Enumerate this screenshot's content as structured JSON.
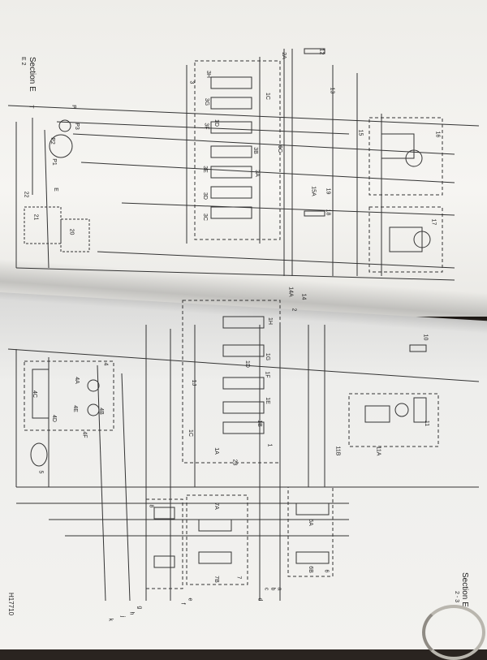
{
  "top_page": {
    "section_label": "Section E",
    "page_ref": "E 2"
  },
  "bottom_page": {
    "section_label": "Section E",
    "page_ref": "2 - 3",
    "drawing_number": "H17710"
  },
  "diagram_labels": {
    "upper": [
      "P",
      "T",
      "P3",
      "P2",
      "P1",
      "E",
      "22",
      "21",
      "20",
      "2A",
      "3",
      "3H",
      "3G",
      "3F",
      "3E",
      "3D",
      "3C",
      "3B",
      "3A",
      "1C",
      "1D",
      "12",
      "13",
      "15",
      "16",
      "17",
      "18",
      "19",
      "6C",
      "15A",
      "14",
      "14A"
    ],
    "lower": [
      "1",
      "1A",
      "1B",
      "1C",
      "1D",
      "1E",
      "1F",
      "1G",
      "1H",
      "1J",
      "2",
      "4",
      "4A",
      "4B",
      "4C",
      "4D",
      "4E",
      "4F",
      "5",
      "6",
      "6A",
      "6B",
      "7",
      "7A",
      "7B",
      "8",
      "10",
      "11",
      "11A",
      "11B",
      "23",
      "a",
      "b",
      "c",
      "d",
      "e",
      "f",
      "g",
      "h",
      "j",
      "k"
    ]
  },
  "colors": {
    "paper": "#f4f3f0",
    "ink": "#222222",
    "background": "#2a2420"
  }
}
